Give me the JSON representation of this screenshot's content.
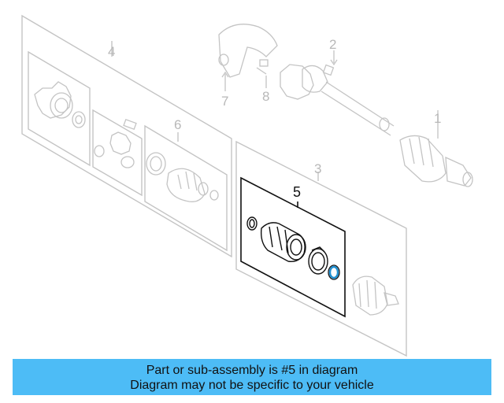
{
  "callouts": {
    "c1": "1",
    "c2": "2",
    "c3": "3",
    "c4": "4",
    "c5": "5",
    "c6": "6",
    "c7": "7",
    "c8": "8"
  },
  "banner": {
    "line1": "Part or sub-assembly is #5 in diagram",
    "line2": "Diagram may not be specific to your vehicle"
  },
  "colors": {
    "banner_bg": "#4dbcf6",
    "highlight_ring": "#1f8fd0",
    "ghost_line": "#c4c4c4",
    "active_line": "#111111"
  }
}
